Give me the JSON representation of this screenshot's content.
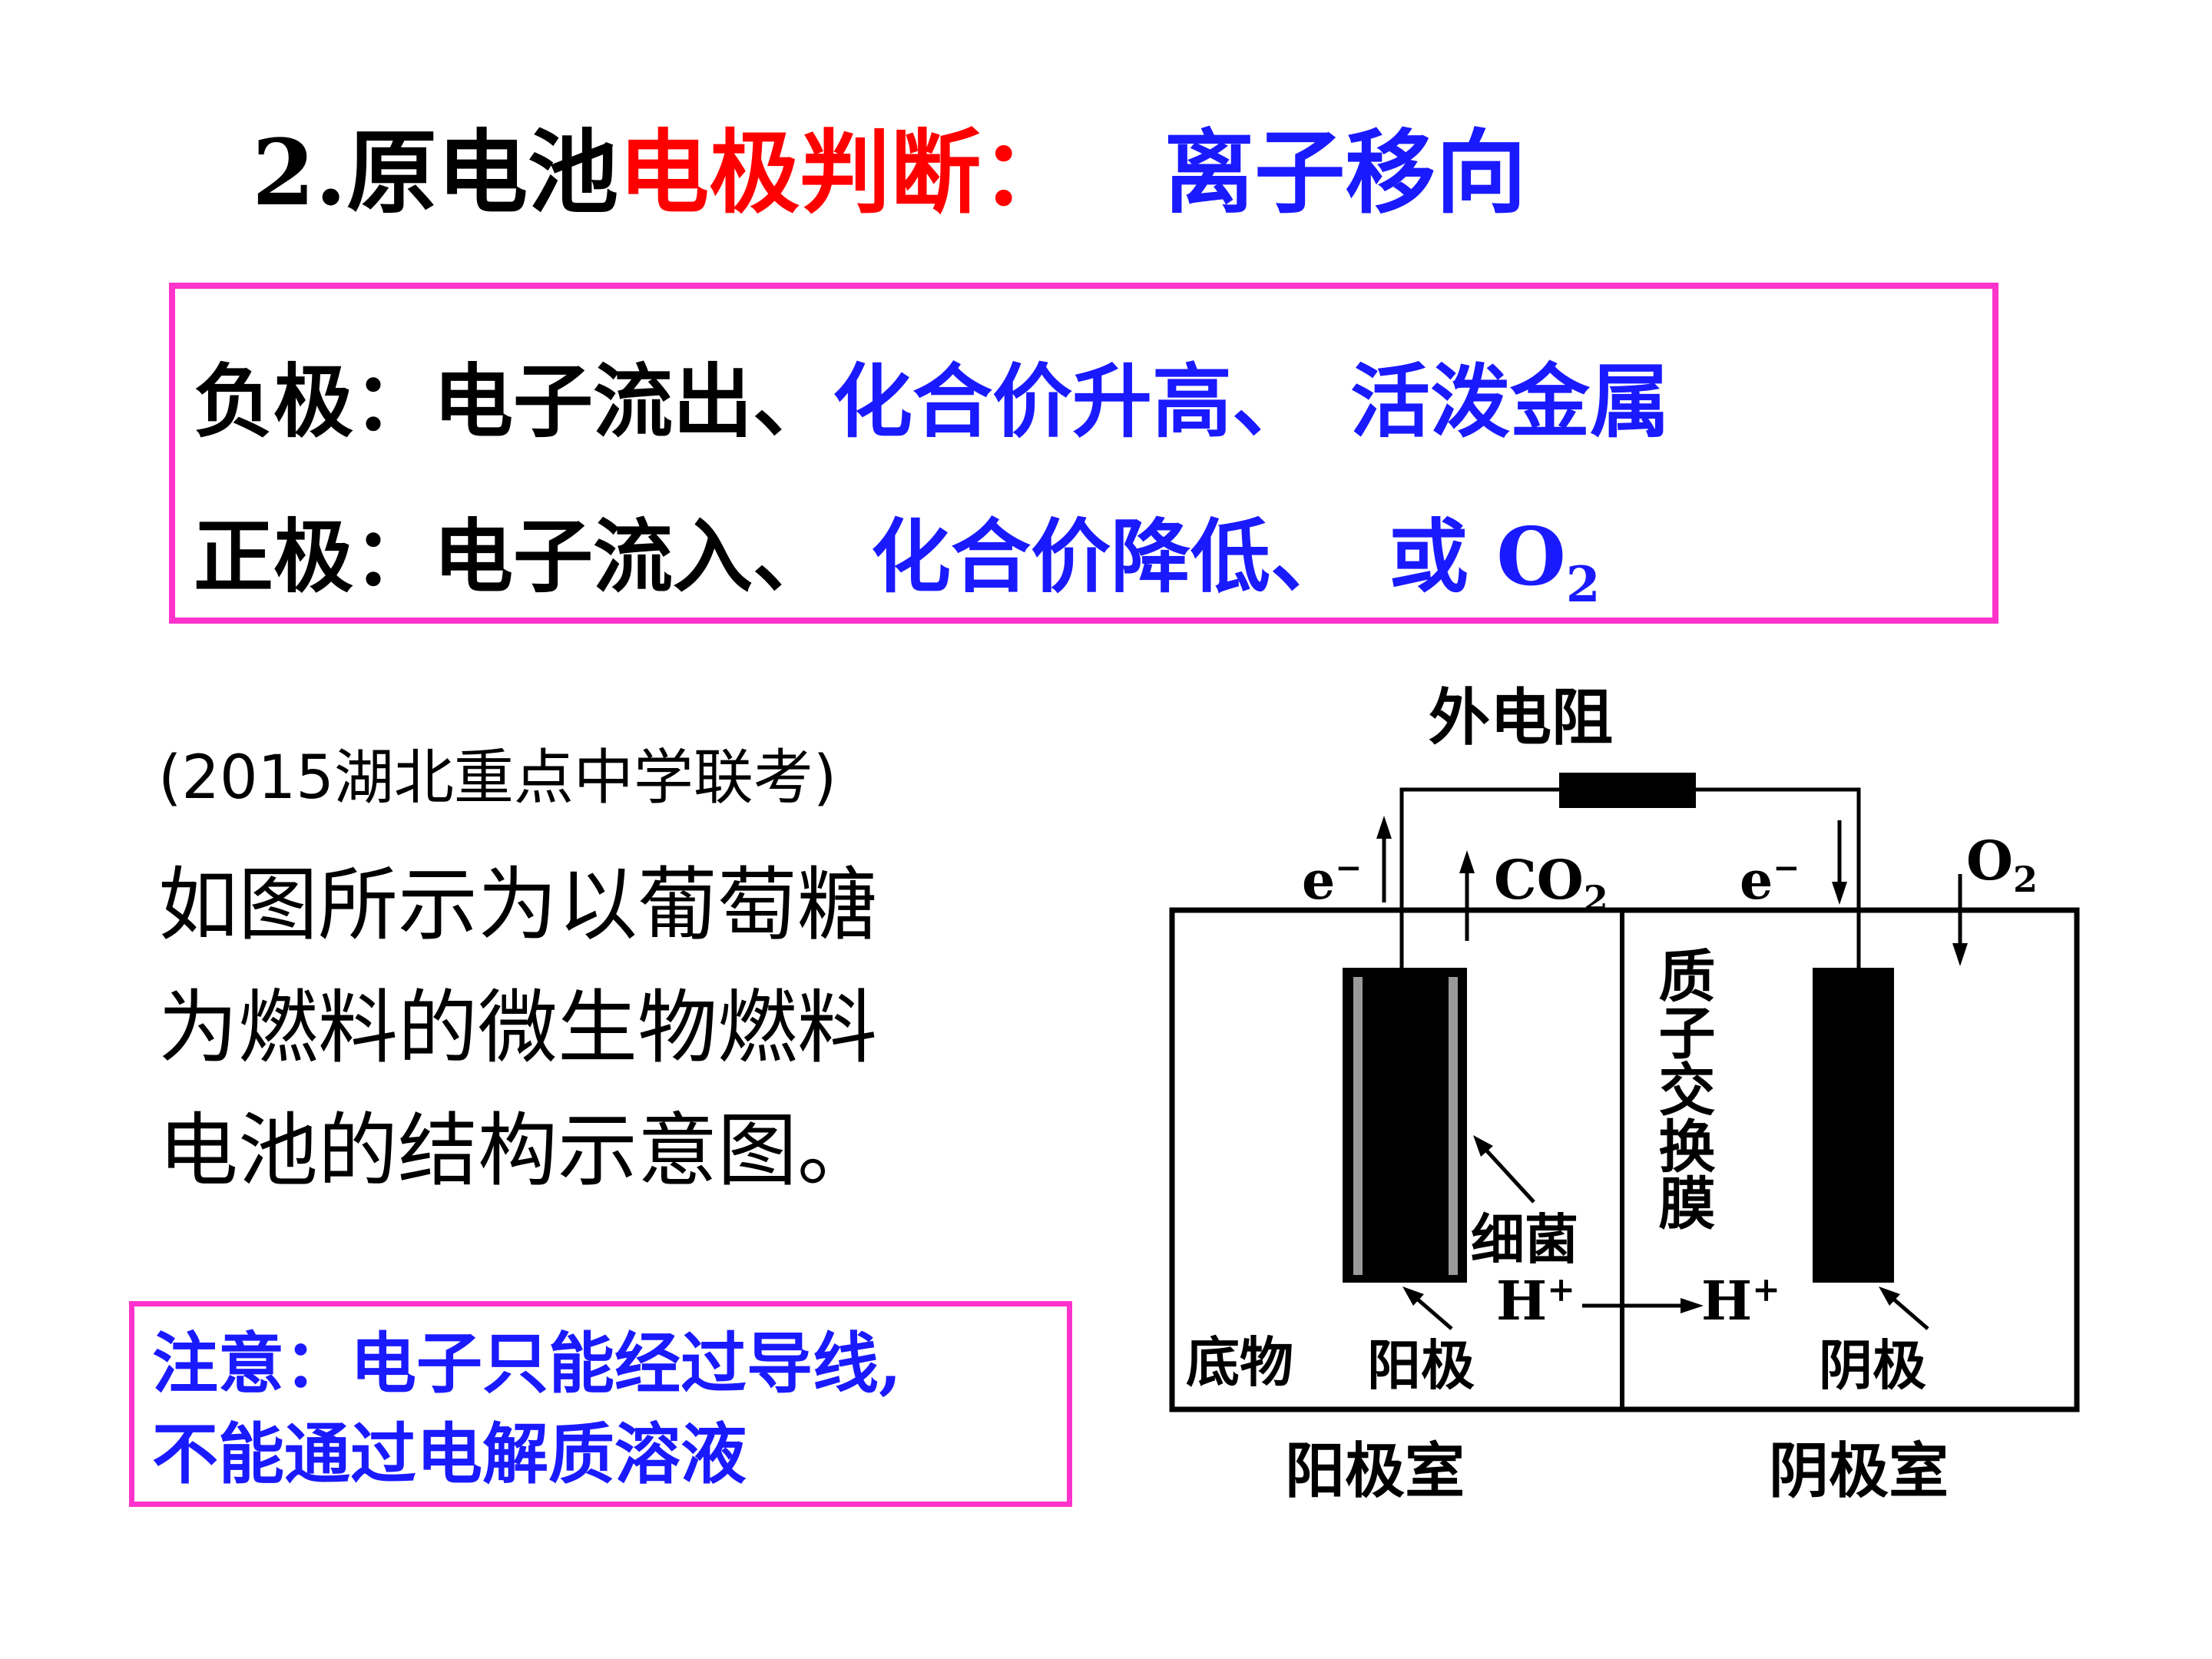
{
  "title": {
    "prefix": "2.原电池",
    "highlight_red": "电极判断：",
    "highlight_blue": "离子移向"
  },
  "rules": {
    "negative": {
      "label": "负极：",
      "black_text": "电子流出、",
      "blue_text_1": "化合价升高、",
      "blue_text_2": "活泼金属"
    },
    "positive": {
      "label": "正极：",
      "black_text": "电子流入、",
      "blue_text_1": "化合价降低、",
      "blue_text_2": "或 O",
      "subscript": "2"
    }
  },
  "question": {
    "source": "(2015湖北重点中学联考)",
    "lines": [
      "如图所示为以葡萄糖",
      "为燃料的微生物燃料",
      "电池的结构示意图。"
    ]
  },
  "note": {
    "lines": [
      "注意：电子只能经过导线,",
      "不能通过电解质溶液"
    ]
  },
  "diagram": {
    "resistor_label": "外电阻",
    "electron_left": "e",
    "electron_right": "e",
    "electron_sup": "−",
    "co2": "CO",
    "o2": "O",
    "sub2": "2",
    "membrane": "质子交换膜",
    "bacteria": "细菌",
    "h_plus": "H",
    "plus": "+",
    "substrate": "底物",
    "anode": "阳极",
    "cathode": "阴极",
    "anode_chamber": "阳极室",
    "cathode_chamber": "阴极室"
  },
  "colors": {
    "red": "#ff0000",
    "blue": "#1a1aff",
    "box_border": "#ff33cc"
  }
}
